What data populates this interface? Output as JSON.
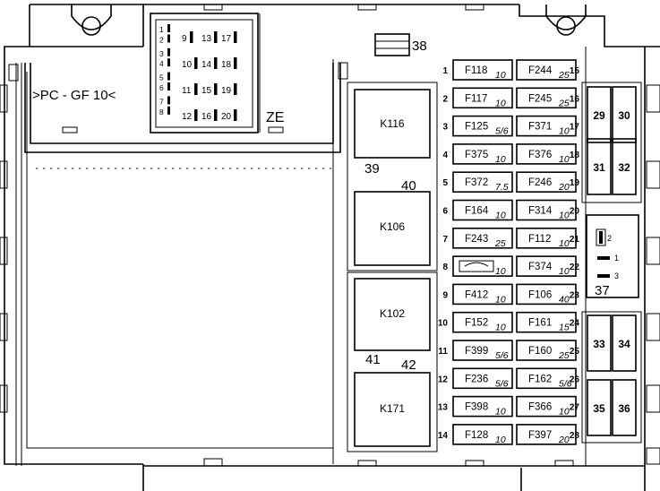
{
  "title": ">PC - GF 10<",
  "zone_label": "ZE",
  "fuse_38_label": "38",
  "connector_pins": [
    "1",
    "2",
    "3",
    "4",
    "5",
    "6",
    "7",
    "8",
    "9",
    "10",
    "11",
    "12",
    "13",
    "14",
    "15",
    "16",
    "17",
    "18",
    "19",
    "20"
  ],
  "relays": [
    {
      "name": "K116",
      "number": "39"
    },
    {
      "name": "K106",
      "number": "40"
    },
    {
      "name": "K102",
      "number": "41"
    },
    {
      "name": "K171",
      "number": "42"
    }
  ],
  "left_fuses": [
    {
      "pos": "1",
      "id": "F118",
      "rating": "10"
    },
    {
      "pos": "2",
      "id": "F117",
      "rating": "10"
    },
    {
      "pos": "3",
      "id": "F125",
      "rating": "5/6"
    },
    {
      "pos": "4",
      "id": "F375",
      "rating": "10"
    },
    {
      "pos": "5",
      "id": "F372",
      "rating": "7.5"
    },
    {
      "pos": "6",
      "id": "F164",
      "rating": "10"
    },
    {
      "pos": "7",
      "id": "F243",
      "rating": "25"
    },
    {
      "pos": "8",
      "id": "",
      "rating": "10"
    },
    {
      "pos": "9",
      "id": "F412",
      "rating": "10"
    },
    {
      "pos": "10",
      "id": "F152",
      "rating": "10"
    },
    {
      "pos": "11",
      "id": "F399",
      "rating": "5/6"
    },
    {
      "pos": "12",
      "id": "F236",
      "rating": "5/6"
    },
    {
      "pos": "13",
      "id": "F398",
      "rating": "10"
    },
    {
      "pos": "14",
      "id": "F128",
      "rating": "10"
    }
  ],
  "right_fuses": [
    {
      "pos": "15",
      "id": "F244",
      "rating": "25"
    },
    {
      "pos": "16",
      "id": "F245",
      "rating": "25"
    },
    {
      "pos": "17",
      "id": "F371",
      "rating": "10"
    },
    {
      "pos": "18",
      "id": "F376",
      "rating": "10"
    },
    {
      "pos": "19",
      "id": "F246",
      "rating": "20"
    },
    {
      "pos": "20",
      "id": "F314",
      "rating": "10"
    },
    {
      "pos": "21",
      "id": "F112",
      "rating": "10"
    },
    {
      "pos": "22",
      "id": "F374",
      "rating": "10"
    },
    {
      "pos": "23",
      "id": "F106",
      "rating": "40"
    },
    {
      "pos": "24",
      "id": "F161",
      "rating": "15"
    },
    {
      "pos": "25",
      "id": "F160",
      "rating": "25"
    },
    {
      "pos": "26",
      "id": "F162",
      "rating": "5/6"
    },
    {
      "pos": "27",
      "id": "F366",
      "rating": "10"
    },
    {
      "pos": "28",
      "id": "F397",
      "rating": "20"
    }
  ],
  "maxi_fuses": [
    "29",
    "30",
    "31",
    "32",
    "33",
    "34",
    "35",
    "36"
  ],
  "diode_block": {
    "number": "37",
    "pins": [
      "1",
      "2",
      "3"
    ]
  }
}
